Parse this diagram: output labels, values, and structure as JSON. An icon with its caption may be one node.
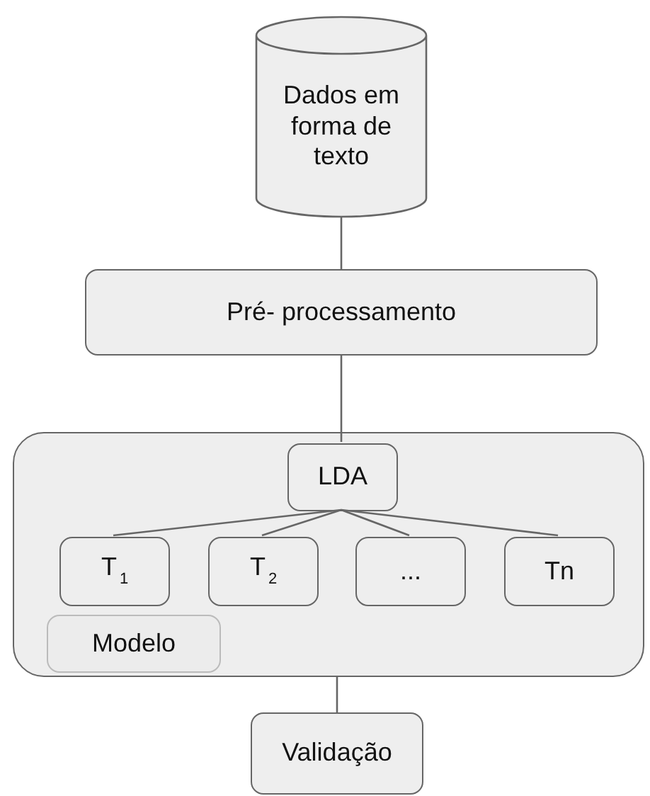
{
  "diagram": {
    "nodes": [
      {
        "text": [
          "Dados em forma de texto"
        ]
      },
      {
        "text": [
          "Pré- processamento"
        ]
      },
      {
        "text": [],
        "shape": "box"
      },
      {
        "text": [
          "LDA"
        ],
        "in": 2
      },
      {
        "text": [
          "T$_{1}$"
        ],
        "in": 2
      },
      {
        "text": [
          "T$_{2}$"
        ],
        "in": 2
      },
      {
        "text": [
          "..."
        ],
        "in": 2
      },
      {
        "text": [
          "Tn"
        ],
        "in": 2
      },
      {
        "text": [
          "Modelo"
        ],
        "in": 2
      },
      {
        "text": [
          "Validação"
        ]
      }
    ],
    "edges": [
      {
        "from": 0,
        "to": 1,
        "arrow": "none"
      },
      {
        "from": 1,
        "to": 3,
        "arrow": "none"
      },
      {
        "from": 3,
        "to": 4,
        "arrow": "none"
      },
      {
        "from": 3,
        "to": 5,
        "arrow": "none"
      },
      {
        "from": 3,
        "to": 6,
        "arrow": "none"
      },
      {
        "from": 3,
        "to": 7,
        "arrow": "none"
      },
      {
        "from": 2,
        "to": 9,
        "arrow": "none"
      }
    ]
  }
}
